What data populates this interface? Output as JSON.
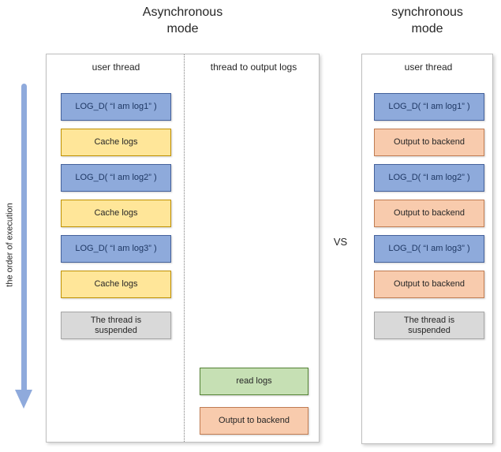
{
  "titles": {
    "async": "Asynchronous\nmode",
    "sync": "synchronous\nmode",
    "vs": "VS"
  },
  "arrow": {
    "label": "the order of execution",
    "color": "#8FAADC"
  },
  "async_panel": {
    "user_thread": {
      "header": "user thread",
      "boxes": [
        {
          "label": "LOG_D( “I am log1” )",
          "type": "blue"
        },
        {
          "label": "Cache logs",
          "type": "yellow"
        },
        {
          "label": "LOG_D( “I am log2” )",
          "type": "blue"
        },
        {
          "label": "Cache logs",
          "type": "yellow"
        },
        {
          "label": "LOG_D( “I am log3” )",
          "type": "blue"
        },
        {
          "label": "Cache logs",
          "type": "yellow"
        },
        {
          "label": "The thread is\nsuspended",
          "type": "gray"
        }
      ]
    },
    "output_thread": {
      "header": "thread to output logs",
      "boxes": [
        {
          "label": "read logs",
          "type": "green"
        },
        {
          "label": "Output to backend",
          "type": "orange"
        }
      ]
    }
  },
  "sync_panel": {
    "user_thread": {
      "header": "user thread",
      "boxes": [
        {
          "label": "LOG_D( “I am log1” )",
          "type": "blue"
        },
        {
          "label": "Output to backend",
          "type": "orange"
        },
        {
          "label": "LOG_D( “I am log2” )",
          "type": "blue"
        },
        {
          "label": "Output to backend",
          "type": "orange"
        },
        {
          "label": "LOG_D( “I am log3” )",
          "type": "blue"
        },
        {
          "label": "Output to backend",
          "type": "orange"
        },
        {
          "label": "The thread is\nsuspended",
          "type": "gray"
        }
      ]
    }
  },
  "colors": {
    "blue_fill": "#8EAADB",
    "blue_border": "#44619B",
    "yellow_fill": "#FFE699",
    "yellow_border": "#BF9000",
    "gray_fill": "#D9D9D9",
    "gray_border": "#A6A6A6",
    "green_fill": "#C6E0B4",
    "green_border": "#548235",
    "orange_fill": "#F8CBAD",
    "orange_border": "#C07C52",
    "arrow": "#8FAADC",
    "panel_border": "#BFBFBF"
  }
}
